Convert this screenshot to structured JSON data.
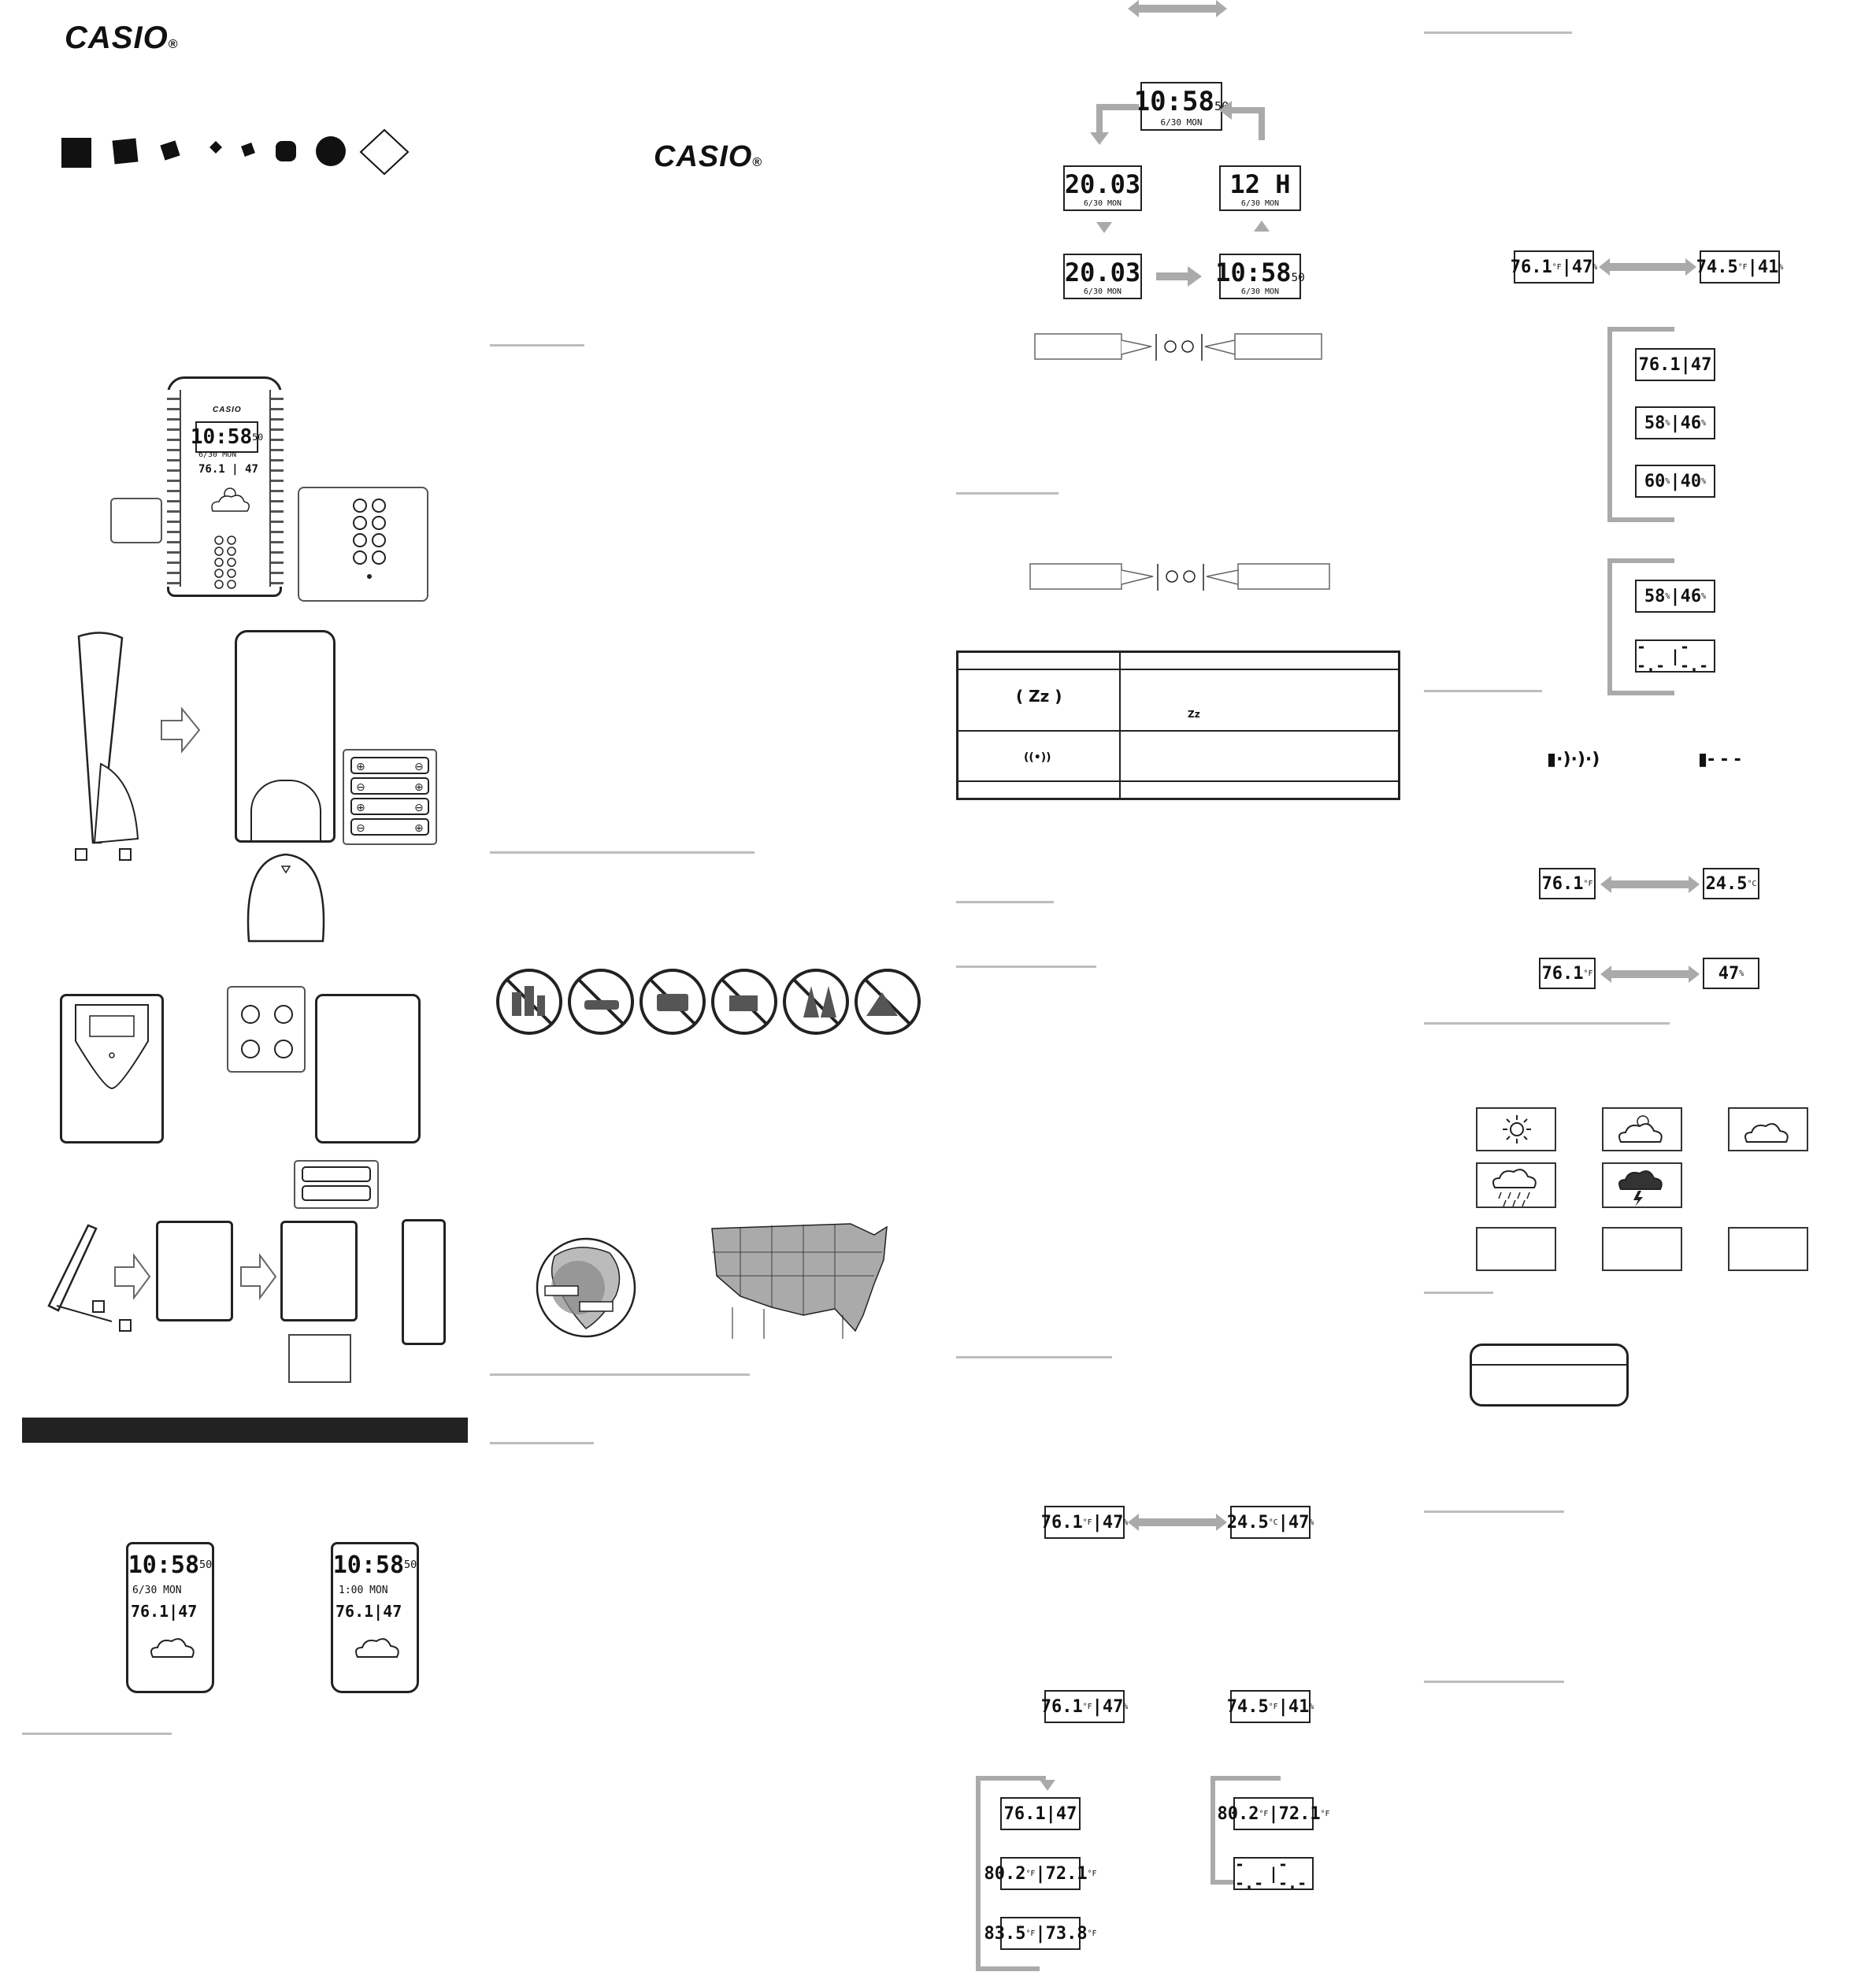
{
  "brand": {
    "logo_text": "CASIO",
    "logo_mark": "®"
  },
  "clock_display": {
    "time": "10:58",
    "seconds": "50",
    "date": "6/30 MON",
    "alarm_time": "1:00 MON"
  },
  "setting_screens": {
    "year": "20.03",
    "hour_format": "12 H"
  },
  "readings": {
    "indoor_temp_f": "76.1",
    "indoor_humidity": "47",
    "outdoor_temp_f": "74.5",
    "outdoor_humidity": "41",
    "indoor_temp_c": "24.5",
    "max_temp": "80.2",
    "min_temp": "72.1",
    "temp_3": "83.5",
    "temp_4": "73.8",
    "humidity_a": "58",
    "humidity_b": "46",
    "humidity_c": "60",
    "humidity_d": "40",
    "no_data": "--.-",
    "unit_f": "°F",
    "unit_c": "°C",
    "unit_pct": "%"
  },
  "table_symbols": {
    "snooze": "Zz",
    "alarm": "((•))",
    "snooze_small": "Zz"
  },
  "signal_icons": {
    "receiving": "▮·)·)·)",
    "not_receiving": "▮- - -"
  },
  "weather_icons": [
    "sun-icon",
    "partly-cloudy-icon",
    "cloudy-icon",
    "rain-icon",
    "storm-icon"
  ]
}
